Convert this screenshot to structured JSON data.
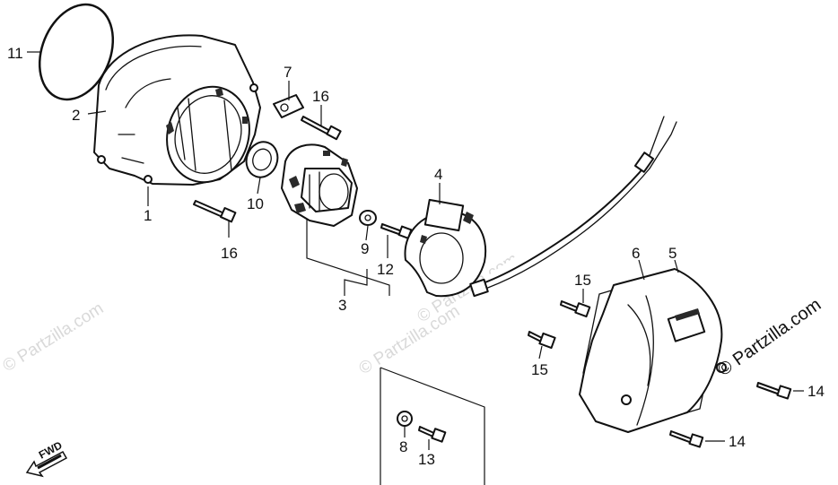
{
  "diagram": {
    "callouts": {
      "c1": "1",
      "c2": "2",
      "c3": "3",
      "c4": "4",
      "c5": "5",
      "c6": "6",
      "c7": "7",
      "c8": "8",
      "c9": "9",
      "c10": "10",
      "c11": "11",
      "c12": "12",
      "c13": "13",
      "c14a": "14",
      "c14b": "14",
      "c15a": "15",
      "c15b": "15",
      "c16a": "16",
      "c16b": "16"
    },
    "fwd_label": "FWD",
    "watermarks": {
      "main": "© Partzilla.com",
      "faint1": "© Partzilla.com",
      "faint2": "© Partzilla.com",
      "faint3": "© Partzilla.com"
    }
  }
}
